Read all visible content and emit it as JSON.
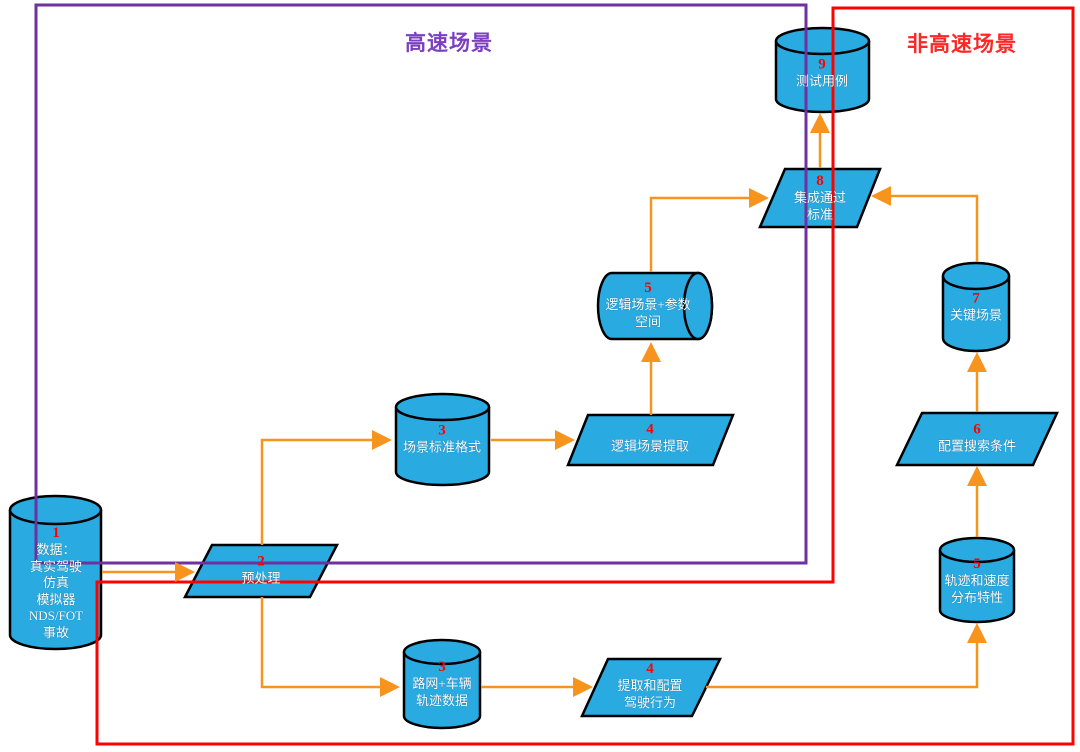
{
  "diagram": {
    "regions": [
      {
        "id": "highway",
        "label": "高速场景",
        "border_color": "#7030A0",
        "label_color": "#7B3FC0",
        "shape": "rectangle"
      },
      {
        "id": "non-highway",
        "label": "非高速场景",
        "border_color": "#FF0000",
        "label_color": "#FF2626",
        "shape": "l-shaped-polygon"
      }
    ],
    "nodes": [
      {
        "id": "data-source",
        "number": "1",
        "label": "数据：\n真实驾驶\n仿真\n模拟器\nNDS/FOT\n事故",
        "shape": "cylinder",
        "region": "shared"
      },
      {
        "id": "preprocess",
        "number": "2",
        "label": "预处理",
        "shape": "parallelogram",
        "region": "shared"
      },
      {
        "id": "scenario-standard-format",
        "number": "3",
        "label": "场景标准格式",
        "shape": "cylinder",
        "region": "highway"
      },
      {
        "id": "logical-scenario-extraction",
        "number": "4",
        "label": "逻辑场景提取",
        "shape": "parallelogram",
        "region": "highway"
      },
      {
        "id": "logical-scenario-parameter-space",
        "number": "5",
        "label": "逻辑场景+参数\n空间",
        "shape": "cylinder-horizontal",
        "region": "highway"
      },
      {
        "id": "integration-pass-criteria",
        "number": "8",
        "label": "集成通过\n标准",
        "shape": "parallelogram",
        "region": "shared"
      },
      {
        "id": "test-cases",
        "number": "9",
        "label": "测试用例",
        "shape": "cylinder",
        "region": "shared"
      },
      {
        "id": "critical-scenarios",
        "number": "7",
        "label": "关键场景",
        "shape": "cylinder",
        "region": "non-highway"
      },
      {
        "id": "configure-search-conditions",
        "number": "6",
        "label": "配置搜索条件",
        "shape": "parallelogram",
        "region": "non-highway"
      },
      {
        "id": "trajectory-speed-distribution",
        "number": "5",
        "label": "轨迹和速度\n分布特性",
        "shape": "cylinder",
        "region": "non-highway"
      },
      {
        "id": "road-network-vehicle-trajectory-data",
        "number": "3",
        "label": "路网+车辆\n轨迹数据",
        "shape": "cylinder",
        "region": "non-highway"
      },
      {
        "id": "extract-configure-driving-behavior",
        "number": "4",
        "label": "提取和配置\n驾驶行为",
        "shape": "parallelogram",
        "region": "non-highway"
      }
    ],
    "edges": [
      {
        "from": "data-source",
        "to": "preprocess"
      },
      {
        "from": "preprocess",
        "to": "scenario-standard-format"
      },
      {
        "from": "preprocess",
        "to": "road-network-vehicle-trajectory-data"
      },
      {
        "from": "scenario-standard-format",
        "to": "logical-scenario-extraction"
      },
      {
        "from": "logical-scenario-extraction",
        "to": "logical-scenario-parameter-space"
      },
      {
        "from": "logical-scenario-parameter-space",
        "to": "integration-pass-criteria"
      },
      {
        "from": "integration-pass-criteria",
        "to": "test-cases"
      },
      {
        "from": "critical-scenarios",
        "to": "integration-pass-criteria"
      },
      {
        "from": "configure-search-conditions",
        "to": "critical-scenarios"
      },
      {
        "from": "trajectory-speed-distribution",
        "to": "configure-search-conditions"
      },
      {
        "from": "road-network-vehicle-trajectory-data",
        "to": "extract-configure-driving-behavior"
      },
      {
        "from": "extract-configure-driving-behavior",
        "to": "trajectory-speed-distribution"
      }
    ],
    "colors": {
      "node_fill": "#29ABE2",
      "node_stroke": "#000000",
      "arrow": "#F7941D",
      "number_text": "#FF0000",
      "node_text": "#FFFFFF",
      "highway_box": "#7030A0",
      "non_highway_box": "#FF0000"
    }
  }
}
